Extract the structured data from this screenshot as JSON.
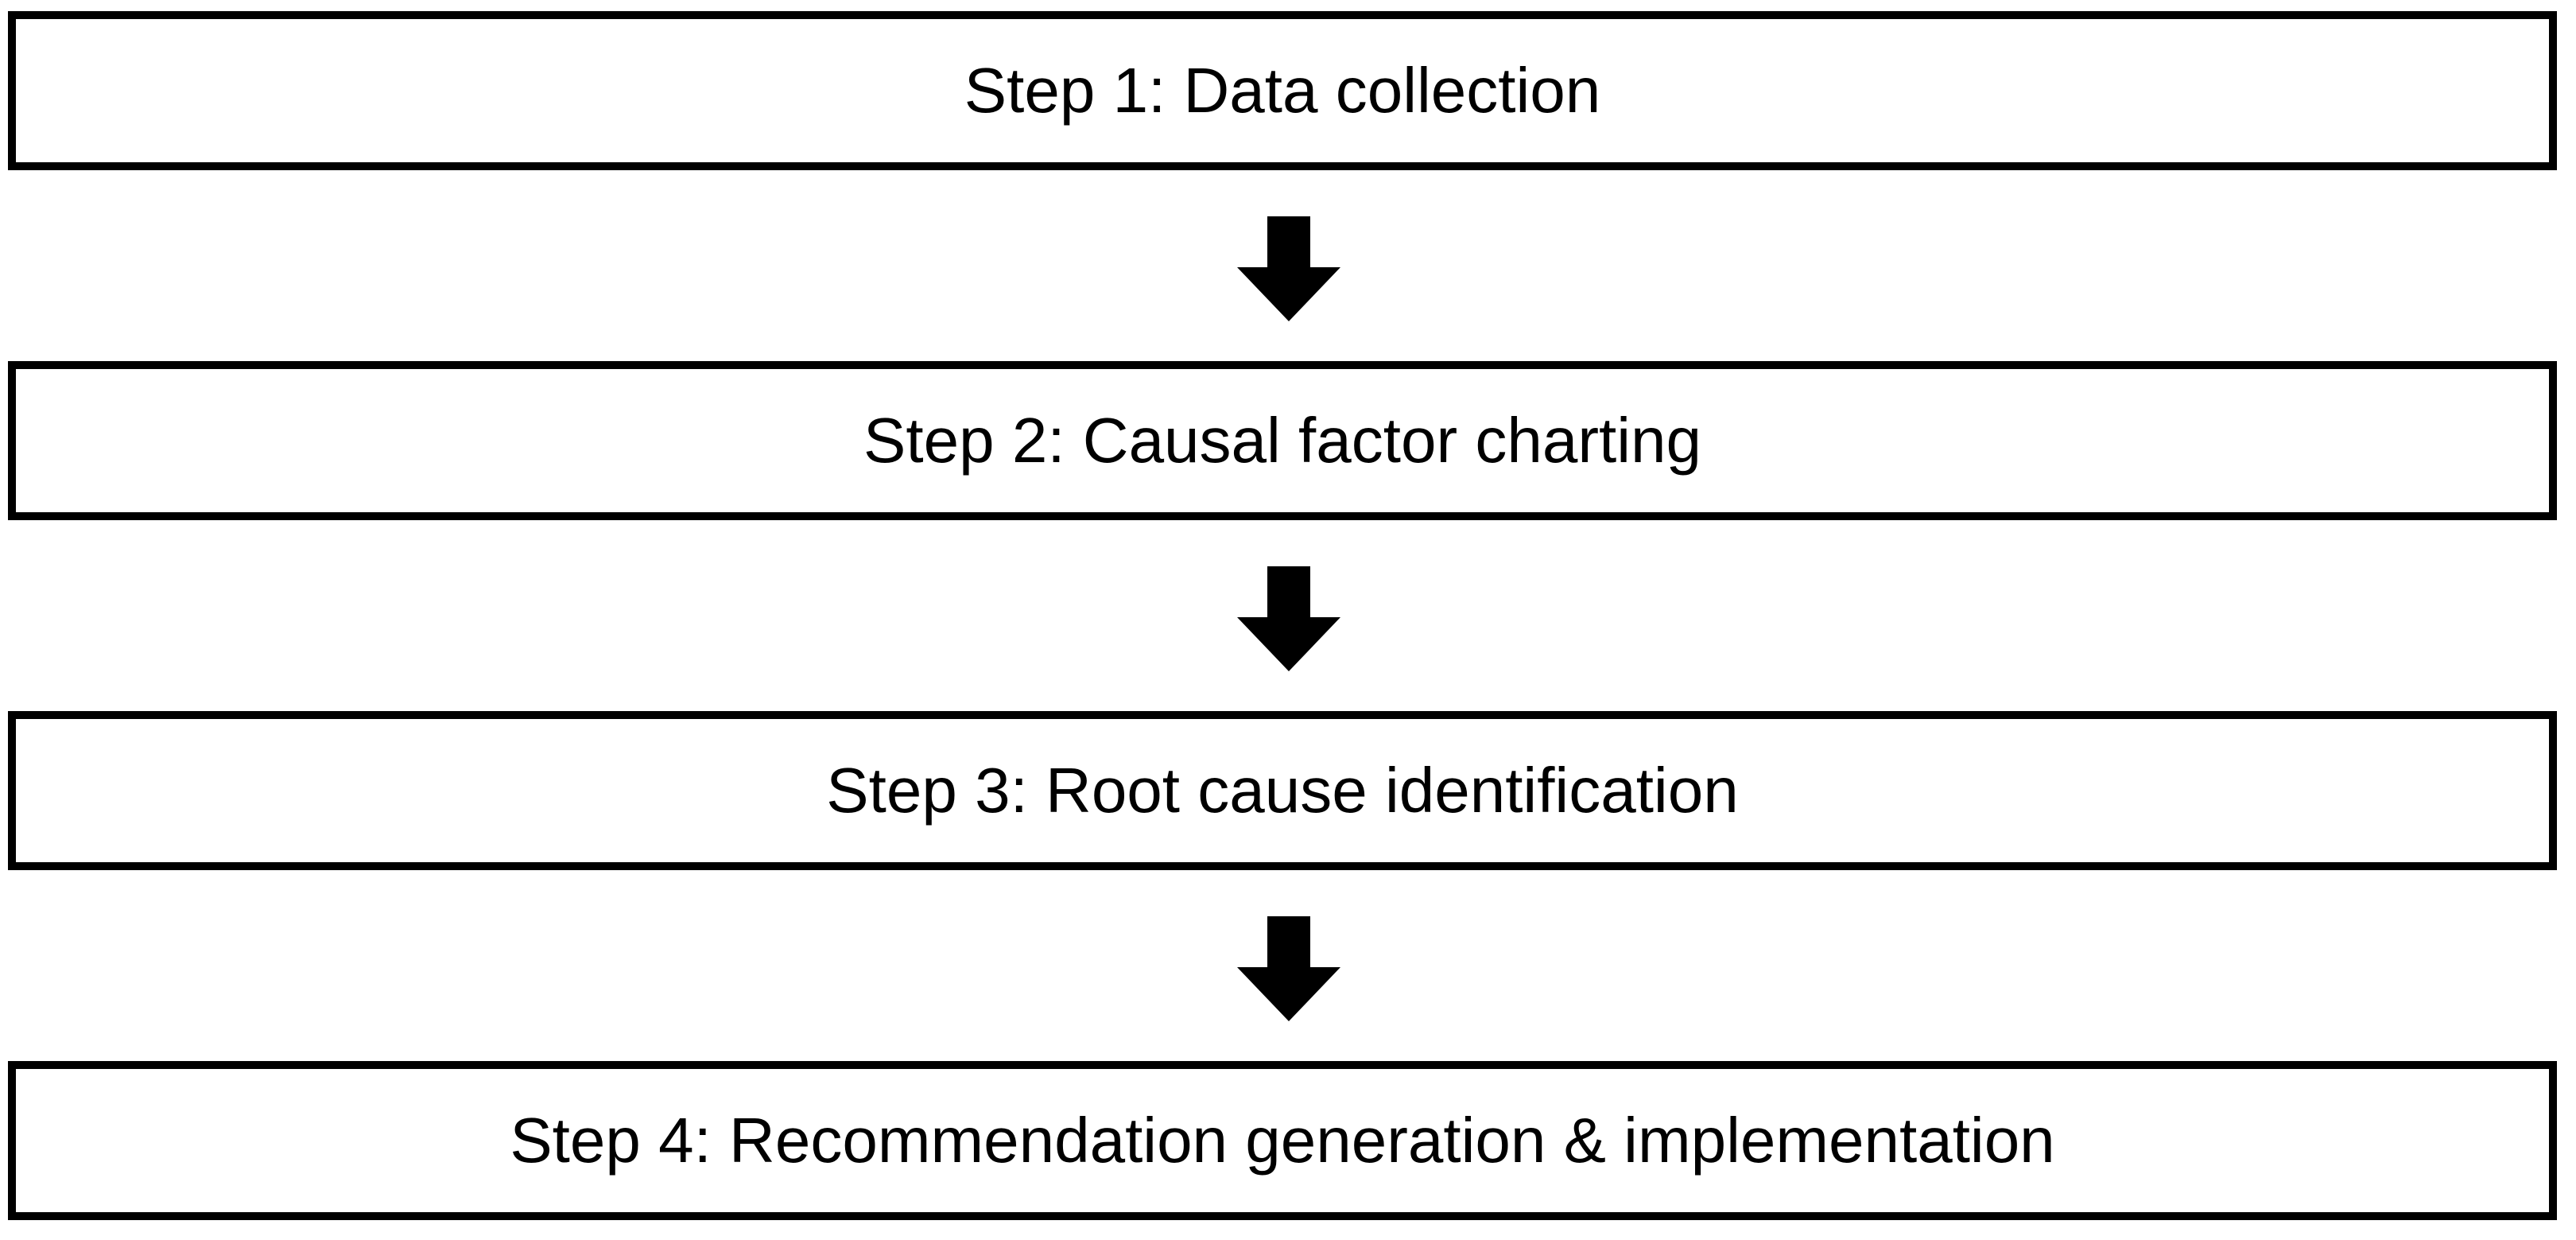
{
  "diagram": {
    "steps": [
      {
        "label": "Step 1: Data collection"
      },
      {
        "label": "Step 2: Causal factor charting"
      },
      {
        "label": "Step 3: Root cause identification"
      },
      {
        "label": "Step 4: Recommendation generation & implementation"
      }
    ],
    "colors": {
      "border": "#000000",
      "text": "#000000",
      "arrow": "#000000",
      "background": "#ffffff"
    },
    "arrow_icon": "down-arrow-icon"
  }
}
